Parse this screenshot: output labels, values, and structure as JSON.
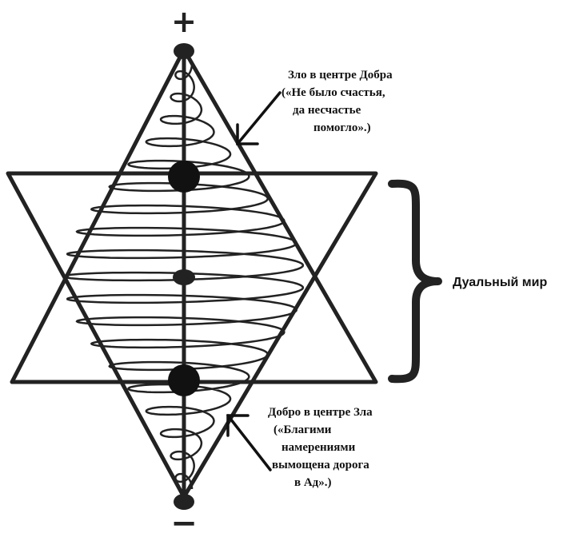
{
  "diagram": {
    "plus_sign": "+",
    "minus_sign": "−",
    "top_note": {
      "line1": "Зло в центре Добра",
      "line2": "(«Не было счастья,",
      "line3": "да несчастье",
      "line4": "помогло».)"
    },
    "bottom_note": {
      "line1": "Добро в центре Зла",
      "line2": "(«Благими",
      "line3": "намерениями",
      "line4": "вымощена дорога",
      "line5": "в Ад».)"
    },
    "dual_world_label": "Дуальный мир",
    "colors": {
      "ink": "#222222",
      "background": "#ffffff"
    },
    "icons": [
      "hexagram-star",
      "spiral",
      "arrow-icon",
      "curly-brace"
    ]
  }
}
